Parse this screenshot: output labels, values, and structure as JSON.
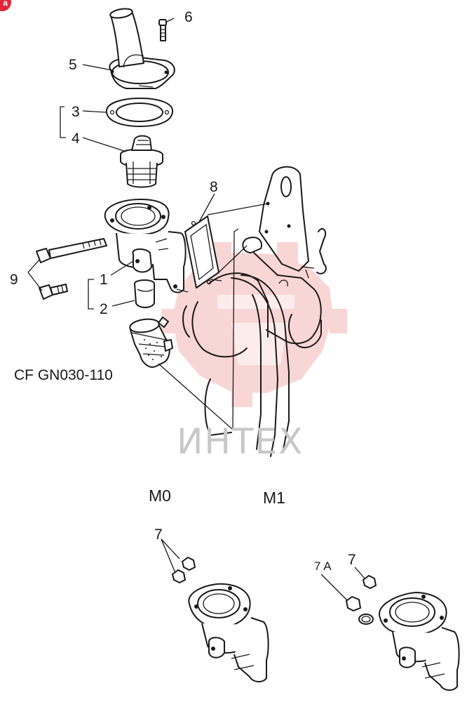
{
  "watermark": {
    "text": "ИНТЕХ",
    "color": "#c8c8c8",
    "logo_color": "#f2a5a5"
  },
  "corner_badge": {
    "text": "a",
    "color": "#e0263a"
  },
  "callouts": [
    {
      "id": "5",
      "label": "5"
    },
    {
      "id": "6",
      "label": "6"
    },
    {
      "id": "3",
      "label": "3"
    },
    {
      "id": "4",
      "label": "4"
    },
    {
      "id": "8",
      "label": "8"
    },
    {
      "id": "9",
      "label": "9"
    },
    {
      "id": "1",
      "label": "1"
    },
    {
      "id": "2",
      "label": "2"
    },
    {
      "id": "7-m0",
      "label": "7"
    },
    {
      "id": "7a",
      "label": "7 A"
    },
    {
      "id": "7-m1",
      "label": "7"
    }
  ],
  "reference": {
    "text": "CF GN030-110"
  },
  "variants": [
    {
      "id": "m0",
      "label": "M0"
    },
    {
      "id": "m1",
      "label": "M1"
    }
  ]
}
